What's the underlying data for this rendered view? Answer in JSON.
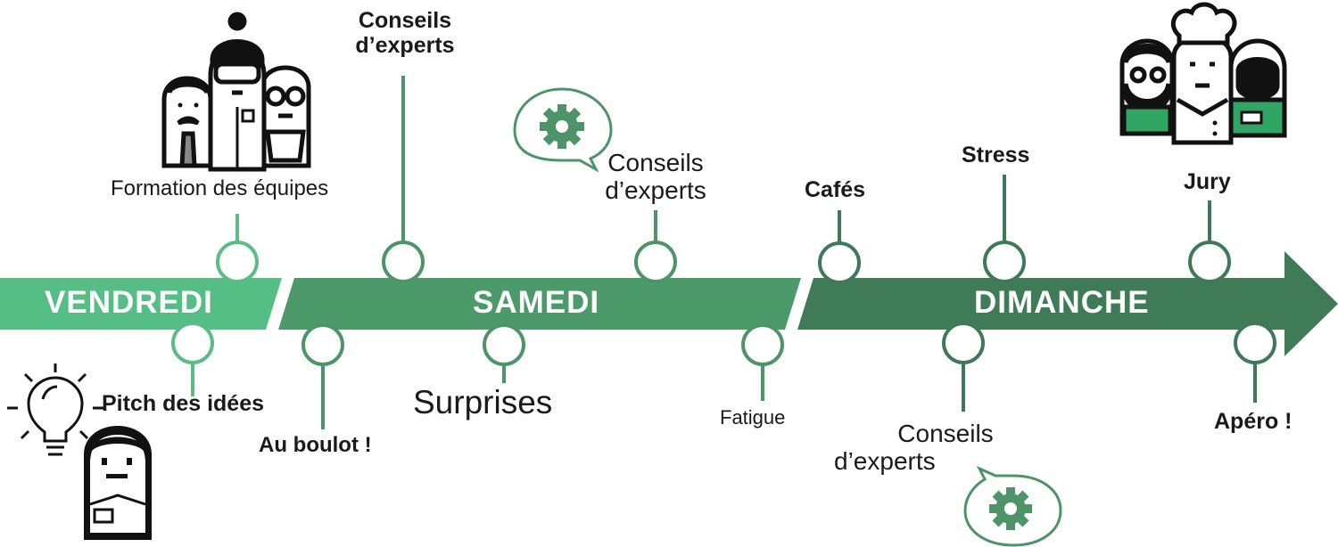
{
  "days": {
    "d1": "VENDREDI",
    "d2": "SAMEDI",
    "d3": "DIMANCHE"
  },
  "events": {
    "formation": "Formation des équipes",
    "pitch": "Pitch des idées",
    "conseils1_l1": "Conseils",
    "conseils1_l2": "d’experts",
    "au_boulot": "Au boulot !",
    "surprises": "Surprises",
    "conseils2_l1": "Conseils",
    "conseils2_l2": "d’experts",
    "fatigue": "Fatigue",
    "cafes": "Cafés",
    "stress": "Stress",
    "conseils3_l1": "Conseils",
    "conseils3_l2": "d’experts",
    "jury": "Jury",
    "apero": "Apéro !"
  },
  "colors": {
    "vendredi": "#55be84",
    "samedi": "#4c9a6a",
    "dimanche": "#3f7b56",
    "stem_light": "#5dbb86",
    "stem_mid": "#4d9468",
    "stem_dark": "#40785a",
    "ink": "#1a1a1a",
    "accent_green": "#2fa463"
  },
  "icons": [
    "gear-icon",
    "lightbulb-icon",
    "team-characters-icon",
    "jury-characters-icon",
    "pitch-character-icon",
    "speech-bubble-icon"
  ]
}
